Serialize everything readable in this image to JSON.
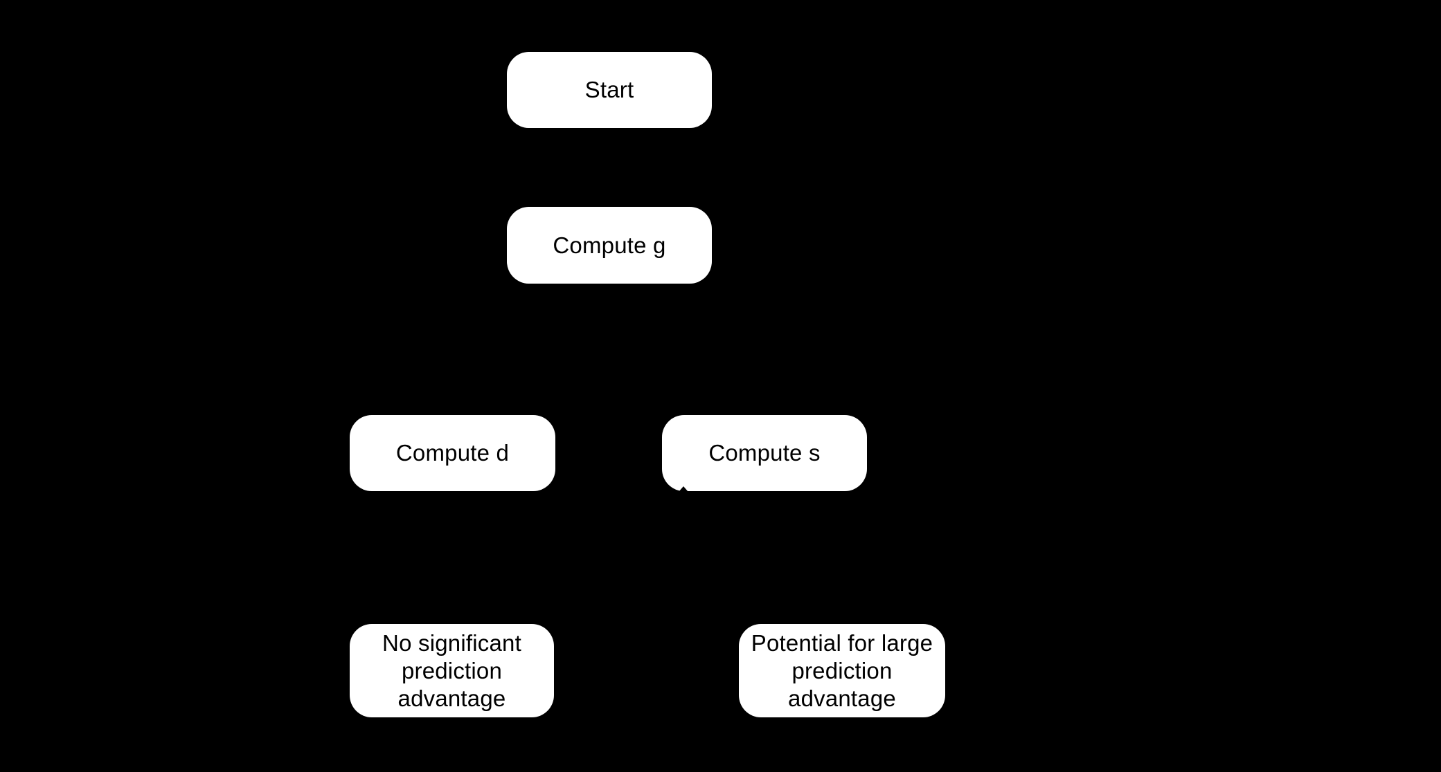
{
  "figure": {
    "type": "flowchart",
    "background_color": "#000000",
    "node_fill_color": "#ffffff",
    "node_text_color": "#000000"
  },
  "nodes": {
    "start": {
      "label": "Start"
    },
    "compute_g": {
      "label": "Compute g"
    },
    "compute_d": {
      "label": "Compute d"
    },
    "compute_s": {
      "label": "Compute s"
    },
    "no_advantage": {
      "label": "No significant\nprediction\nadvantage"
    },
    "large_advantage": {
      "label": "Potential for large\nprediction\nadvantage"
    }
  }
}
